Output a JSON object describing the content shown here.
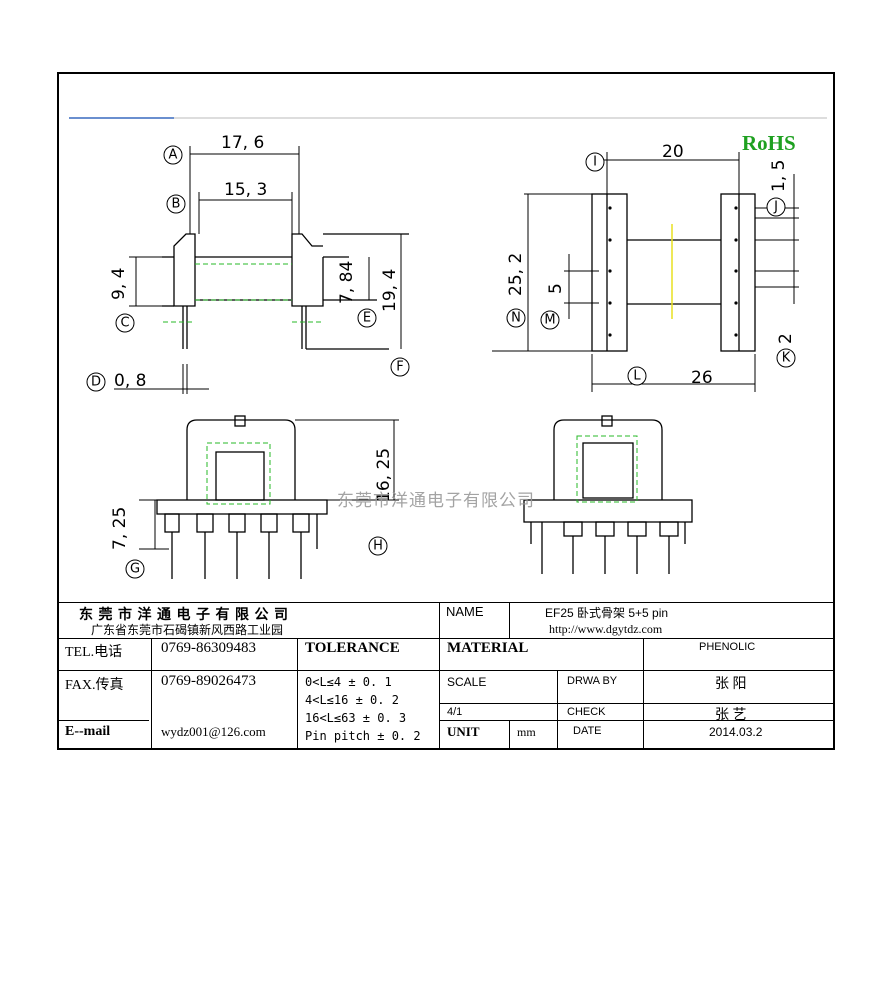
{
  "header": {
    "rohs": "RoHS"
  },
  "watermark": "东莞市洋通电子有限公司",
  "dimensions": {
    "a": "17, 6",
    "b": "15, 3",
    "c": "9, 4",
    "e": "7, 84",
    "f": "19, 4",
    "d": "0, 8",
    "i": "20",
    "j": "1, 5",
    "n": "25, 2",
    "m": "5",
    "k": "2",
    "l": "26",
    "h": "16, 25",
    "g": "7, 25"
  },
  "markers": {
    "a": "A",
    "b": "B",
    "c": "C",
    "d": "D",
    "e": "E",
    "f": "F",
    "g": "G",
    "h": "H",
    "i": "I",
    "j": "J",
    "k": "K",
    "l": "L",
    "m": "M",
    "n": "N"
  },
  "title_block": {
    "company": "东 莞 市 洋 通 电 子 有 限 公 司",
    "address": "广东省东莞市石碣镇新风西路工业园",
    "name_label": "NAME",
    "name_value": "EF25  卧式骨架  5+5 pin",
    "website": "http://www.dgytdz.com",
    "tel_label": "TEL.电话",
    "tel_value": "0769-86309483",
    "tolerance_label": "TOLERANCE",
    "material_label": "MATERIAL",
    "material_value": "PHENOLIC",
    "fax_label": "FAX.传真",
    "fax_value": "0769-89026473",
    "tol1": "0<L≤4    ± 0. 1",
    "tol2": "4<L≤16  ± 0. 2",
    "tol3": "16<L≤63  ± 0. 3",
    "tol4": "Pin pitch  ± 0. 2",
    "scale_label": "SCALE",
    "scale_value": "4/1",
    "drawn_label": "DRWA BY",
    "drawn_value": "张  阳",
    "check_label": "CHECK",
    "check_value": "张  艺",
    "email_label": "E--mail",
    "email_value": "wydz001@126.com",
    "unit_label": "UNIT",
    "unit_value": "mm",
    "date_label": "DATE",
    "date_value": "2014.03.2"
  },
  "colors": {
    "rohs": "#1ea020",
    "guide_yellow": "#e8e020",
    "guide_green": "#27b827"
  }
}
